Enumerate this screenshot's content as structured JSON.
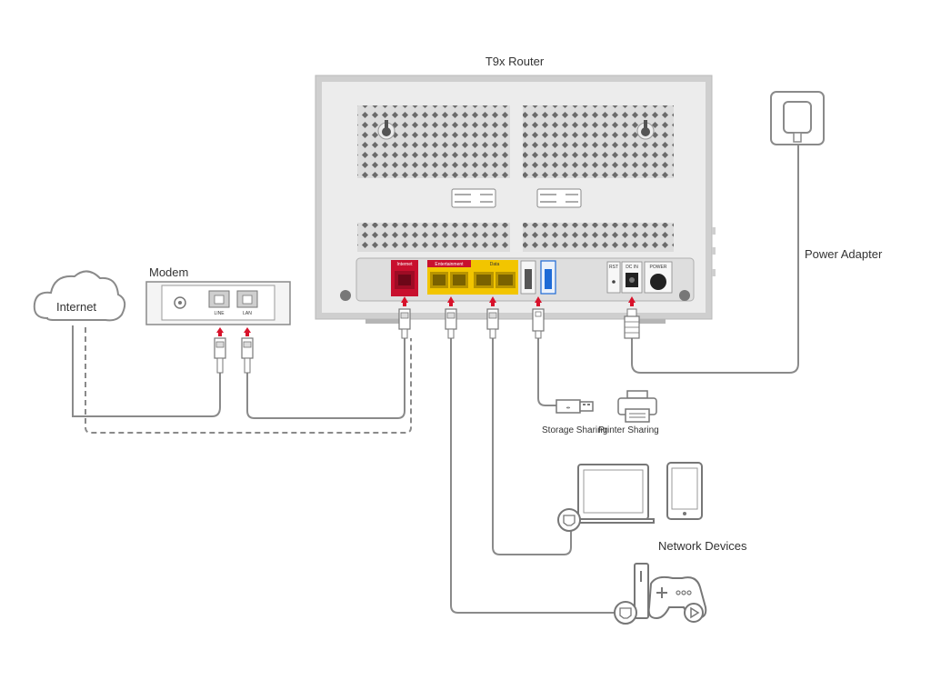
{
  "router": {
    "title": "T9x Router",
    "ports": {
      "internet": "Internet",
      "entertainment": "Entertainment",
      "data": "Data",
      "rst": "RST",
      "dc_in": "DC IN",
      "power": "POWER"
    }
  },
  "modem": {
    "title": "Modem",
    "line_port": "LINE",
    "lan_port": "LAN"
  },
  "internet_cloud": {
    "label": "Internet"
  },
  "power_adapter": {
    "label": "Power Adapter"
  },
  "usb_devices": {
    "storage": "Storage Sharing",
    "printer": "Printer Sharing"
  },
  "network_devices": {
    "label": "Network Devices"
  },
  "colors": {
    "line": "#8a8a8a",
    "arrow": "#d8122b",
    "internet_port": "#c8102e",
    "lan_port": "#f2c500",
    "usb_port": "#1e6bd6",
    "router_face": "#e9e9e9",
    "device_outline": "#707070"
  },
  "icons": [
    "cloud-icon",
    "modem-icon",
    "router-icon",
    "power-adapter-icon",
    "usb-drive-icon",
    "printer-icon",
    "laptop-icon",
    "tablet-icon",
    "game-console-icon",
    "ethernet-plug-icon"
  ]
}
